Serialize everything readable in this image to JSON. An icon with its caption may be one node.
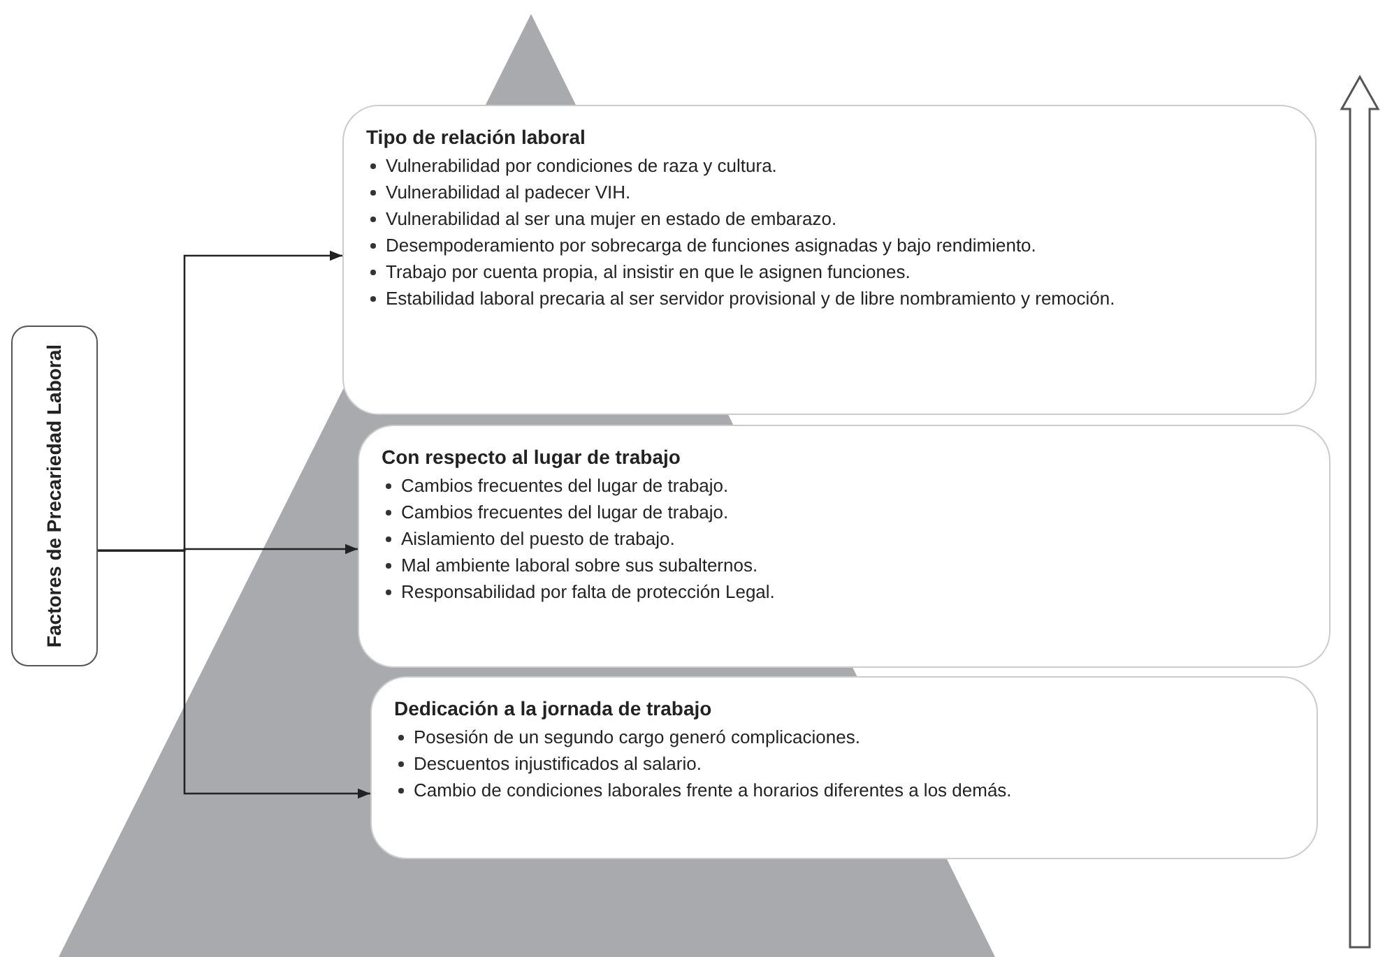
{
  "diagram": {
    "nodes": [
      {
        "text": [
          "Factores de Precariedad Laboral"
        ]
      },
      {
        "text": [
          "Tipo de relación laboral",
          "Vulnerabilidad por condiciones de raza y cultura.",
          "Vulnerabilidad al padecer VIH.",
          "Vulnerabilidad al ser una mujer en estado de embarazo.",
          "Desempoderamiento por sobrecarga de funciones asignadas y bajo rendimiento.",
          "Trabajo por cuenta propia, al insistir en que le asignen funciones.",
          "Estabilidad laboral precaria al ser servidor provisional y de libre nombramiento y remoción."
        ]
      },
      {
        "text": [
          "Con respecto al lugar de trabajo",
          "Cambios frecuentes del lugar de trabajo.",
          "Cambios frecuentes del lugar de trabajo.",
          "Aislamiento del puesto de trabajo.",
          "Mal ambiente laboral sobre sus subalternos.",
          "Responsabilidad por falta de protección Legal."
        ]
      },
      {
        "text": [
          "Dedicación a la jornada de trabajo",
          "Posesión de un segundo cargo generó complicaciones.",
          "Descuentos injustificados al salario.",
          "Cambio de condiciones laborales frente a horarios diferentes a los demás."
        ]
      }
    ],
    "edges": [
      {
        "from": 0,
        "to": 1,
        "arrow": "to"
      },
      {
        "from": 0,
        "to": 2,
        "arrow": "to"
      },
      {
        "from": 0,
        "to": 3,
        "arrow": "to"
      }
    ]
  }
}
